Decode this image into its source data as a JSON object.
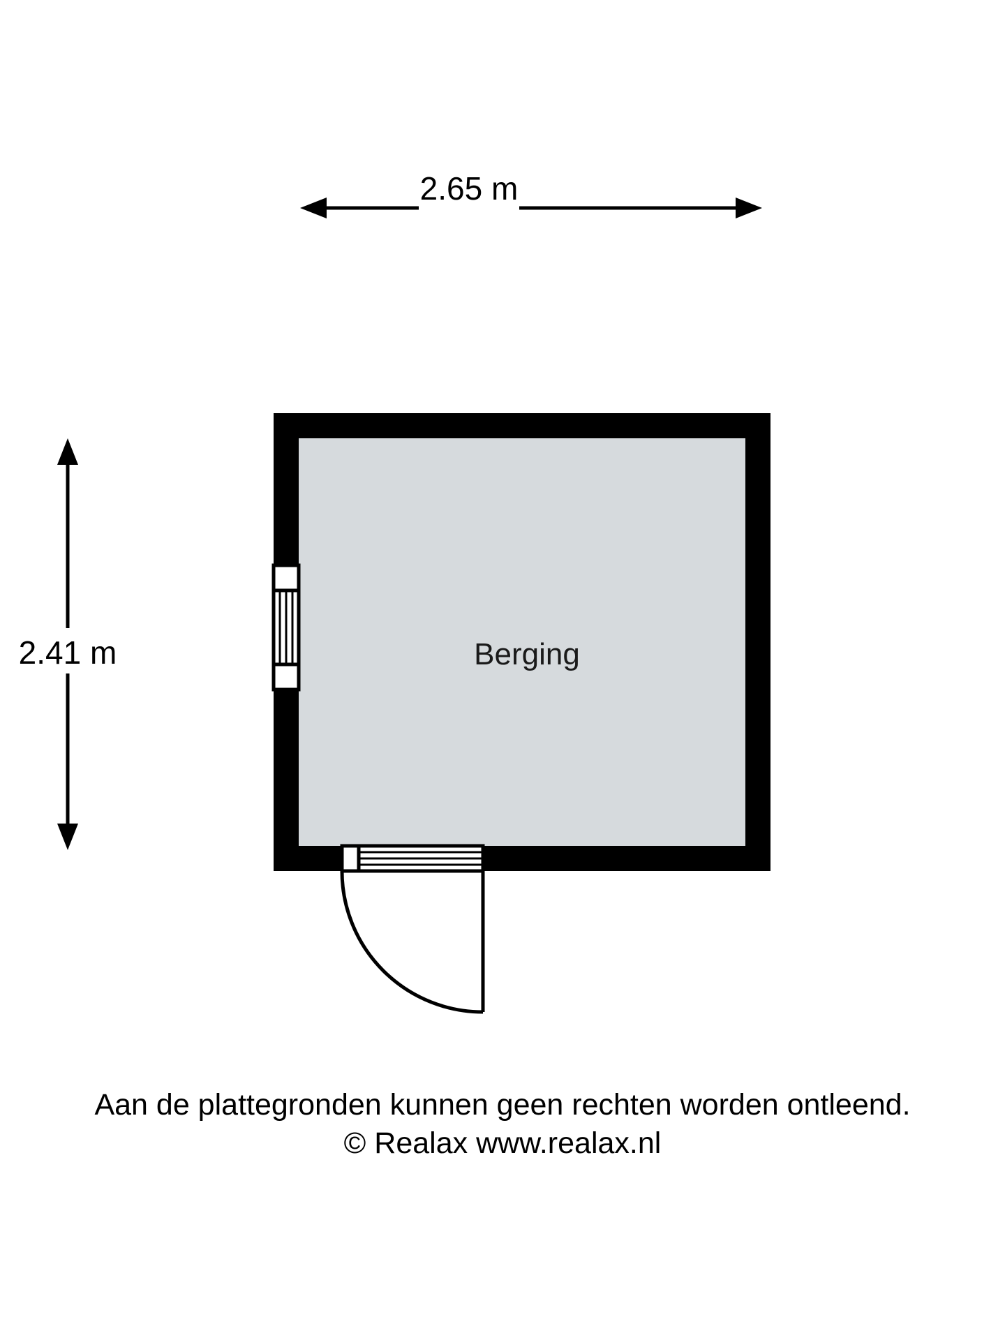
{
  "document": {
    "type": "floor-plan",
    "background_color": "#ffffff"
  },
  "plan": {
    "room": {
      "name": "Berging",
      "fill_color": "#d6dadd",
      "wall_color": "#000000"
    },
    "dimensions": {
      "width_label": "2.65 m",
      "height_label": "2.41 m",
      "width_meters": 2.65,
      "height_meters": 2.41,
      "unit": "m"
    },
    "openings": [
      {
        "kind": "window",
        "wall": "left",
        "label": "left-wall-window"
      },
      {
        "kind": "door",
        "wall": "bottom",
        "swing": "inward-left",
        "label": "bottom-wall-door"
      }
    ]
  },
  "footer": {
    "disclaimer": "Aan de plattegronden kunnen geen rechten worden ontleend.",
    "copyright": "© Realax www.realax.nl"
  }
}
